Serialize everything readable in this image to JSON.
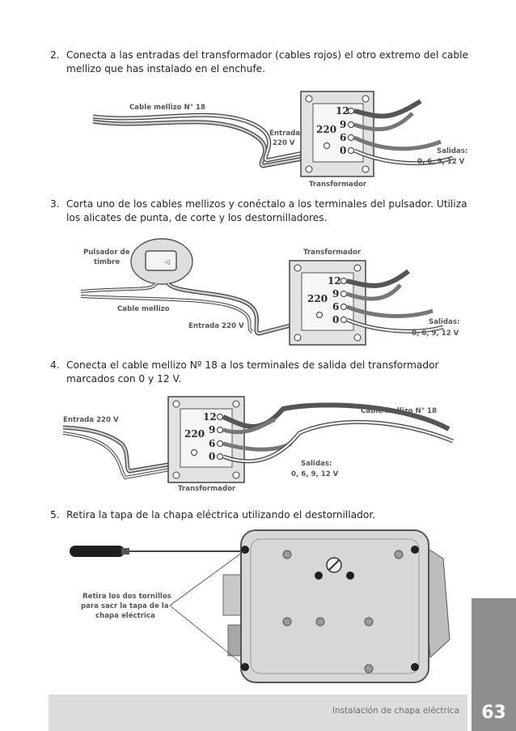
{
  "steps": [
    {
      "number": "2.",
      "text": "Conecta a las entradas del transformador (cables rojos) el otro extremo del cable mellizo que has instalado en el enchufe."
    },
    {
      "number": "3.",
      "text": "Corta uno de los cables mellizos y conéctalo a los terminales del pulsador. Utiliza los alicates de punta, de corte y los destornilladores."
    },
    {
      "number": "4.",
      "text": "Conecta el cable mellizo Nº 18 a los terminales de salida del transformador marcados con 0 y 12 V."
    },
    {
      "number": "5.",
      "text": "Retira la tapa de la chapa eléctrica utilizando el destornillador."
    }
  ],
  "figure1": {
    "cable_label": "Cable mellizo N° 18",
    "entrada_line1": "Entrada",
    "entrada_line2": "220 V",
    "salidas_line1": "Salidas:",
    "salidas_line2": "0, 6, 9, 12 V",
    "transformer_label": "Transformador",
    "input_value": "220",
    "taps": [
      "12",
      "9",
      "6",
      "0"
    ]
  },
  "figure2": {
    "pulsador_line1": "Pulsador de",
    "pulsador_line2": "timbre",
    "cable_label": "Cable mellizo",
    "entrada_label": "Entrada 220 V",
    "transformer_label": "Transformador",
    "salidas_line1": "Salidas:",
    "salidas_line2": "0, 6, 9, 12 V",
    "input_value": "220",
    "taps": [
      "12",
      "9",
      "6",
      "0"
    ]
  },
  "figure3": {
    "entrada_label": "Entrada 220 V",
    "cable_label": "Cable mellizo N° 18",
    "salidas_line1": "Salidas:",
    "salidas_line2": "0, 6, 9, 12 V",
    "transformer_label": "Transformador",
    "input_value": "220",
    "taps": [
      "12",
      "9",
      "6",
      "0"
    ]
  },
  "figure4": {
    "note_line1": "Retira los dos tornillos",
    "note_line2": "para sacr la tapa de la",
    "note_line3": "chapa eléctrica"
  },
  "footer": {
    "section_title": "Instalación de chapa eléctrica",
    "page_number": "63"
  },
  "colors": {
    "sidebar": "#8e8e8e",
    "footer_bar": "#dcdcdc",
    "wire_dark": "#5a5a5a",
    "transformer_fill": "#e2e2e2"
  }
}
